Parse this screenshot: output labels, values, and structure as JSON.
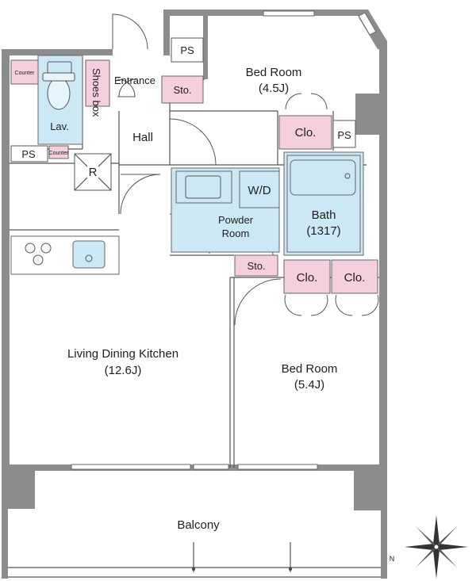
{
  "rooms": {
    "bedroom_1": {
      "name": "Bed Room",
      "size": "(4.5J)"
    },
    "bedroom_2": {
      "name": "Bed Room",
      "size": "(5.4J)"
    },
    "ldk": {
      "name": "Living Dining Kitchen",
      "size": "(12.6J)"
    },
    "hall": "Hall",
    "entrance": "Entrance",
    "shoes_box": "Shoes box",
    "lavatory": "Lav.",
    "powder_room": {
      "line1": "Powder",
      "line2": "Room"
    },
    "bath": {
      "line1": "Bath",
      "line2": "(1317)"
    },
    "washer": "W/D",
    "balcony": "Balcony",
    "refrigerator": "R"
  },
  "storage": {
    "sto_entrance": "Sto.",
    "sto_powder": "Sto.",
    "clo_bed1": "Clo.",
    "clo_bed2_left": "Clo.",
    "clo_bed2_right": "Clo."
  },
  "shafts": {
    "ps_top": "PS",
    "ps_right": "PS",
    "ps_left": "PS"
  },
  "counters": {
    "counter_top": "Counter",
    "counter_lav": "Counter"
  },
  "compass_letter": "N",
  "colors": {
    "wall": "#8c8c8c",
    "wet_area": "#cde8f5",
    "storage": "#f5cfde",
    "background": "#ffffff"
  }
}
